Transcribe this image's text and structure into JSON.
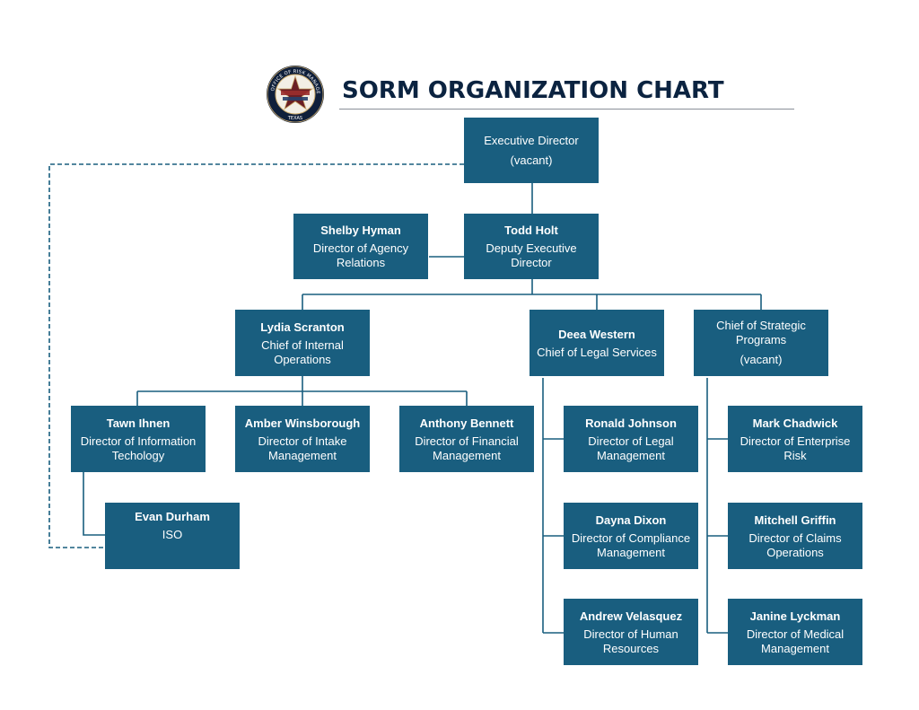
{
  "title": "SORM ORGANIZATION CHART",
  "seal_text": "STATE OFFICE OF RISK MANAGEMENT",
  "seal_state": "TEXAS",
  "colors": {
    "box": "#195e7f",
    "line": "#195e7f",
    "title": "#0b2340",
    "seal_ring": "#0f1f3a"
  },
  "nodes": {
    "executive": {
      "name": "",
      "title": "Executive Director",
      "status": "(vacant)"
    },
    "agency_relations": {
      "name": "Shelby Hyman",
      "title": "Director of Agency Relations"
    },
    "deputy": {
      "name": "Todd Holt",
      "title": "Deputy Executive Director"
    },
    "internal_ops": {
      "name": "Lydia Scranton",
      "title": "Chief of Internal Operations"
    },
    "legal": {
      "name": "Deea Western",
      "title": "Chief of Legal Services"
    },
    "strategic": {
      "name": "",
      "title": "Chief of Strategic Programs",
      "status": "(vacant)"
    },
    "it": {
      "name": "Tawn Ihnen",
      "title": "Director of Information Techology"
    },
    "intake": {
      "name": "Amber Winsborough",
      "title": "Director of Intake Management"
    },
    "financial": {
      "name": "Anthony Bennett",
      "title": "Director of Financial Management"
    },
    "legal_mgmt": {
      "name": "Ronald Johnson",
      "title": "Director of Legal Management"
    },
    "compliance": {
      "name": "Dayna Dixon",
      "title": "Director of Compliance Management"
    },
    "hr": {
      "name": "Andrew Velasquez",
      "title": "Director of Human Resources"
    },
    "iso": {
      "name": "Evan Durham",
      "title": "ISO"
    },
    "enterprise_risk": {
      "name": "Mark Chadwick",
      "title": "Director of Enterprise Risk"
    },
    "claims": {
      "name": "Mitchell Griffin",
      "title": "Director of Claims Operations"
    },
    "medical": {
      "name": "Janine Lyckman",
      "title": "Director of Medical Management"
    }
  }
}
